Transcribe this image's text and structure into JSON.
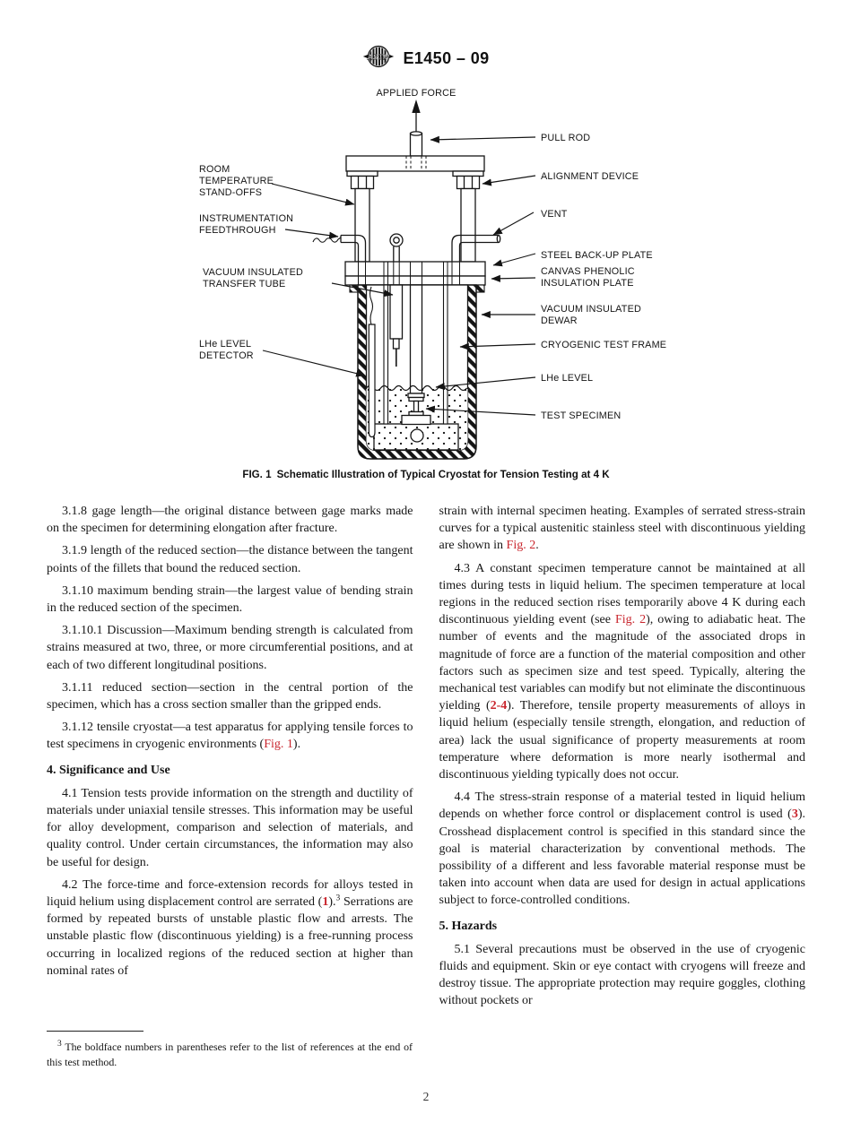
{
  "header": {
    "logo_icon": "astm-logo",
    "standard_code": "E1450 – 09"
  },
  "figure": {
    "caption_number": "FIG. 1",
    "caption_text": "Schematic Illustration of Typical Cryostat for Tension Testing at 4 K",
    "labels": {
      "applied_force": "APPLIED FORCE",
      "pull_rod": "PULL ROD",
      "alignment_device": "ALIGNMENT DEVICE",
      "vent": "VENT",
      "steel_backup_plate": "STEEL BACK-UP PLATE",
      "canvas_phenolic": [
        "CANVAS PHENOLIC",
        "INSULATION PLATE"
      ],
      "vacuum_dewar": [
        "VACUUM INSULATED",
        "DEWAR"
      ],
      "cryogenic_test_frame": "CRYOGENIC TEST FRAME",
      "lhe_level": "LHe LEVEL",
      "test_specimen": "TEST SPECIMEN",
      "room_temperature_standoffs": [
        "ROOM",
        "TEMPERATURE",
        "STAND-OFFS"
      ],
      "instrumentation_feedthrough": [
        "INSTRUMENTATION",
        "FEEDTHROUGH"
      ],
      "vacuum_transfer_tube": [
        "VACUUM INSULATED",
        "TRANSFER TUBE"
      ],
      "lhe_level_detector": [
        "LHe LEVEL",
        "DETECTOR"
      ]
    }
  },
  "body": {
    "left_blocks": [
      {
        "type": "p",
        "segments": [
          {
            "t": "3.1.8 "
          },
          {
            "t": "gage length",
            "s": "i"
          },
          {
            "t": "—the original distance between gage marks made on the specimen for determining elongation after fracture."
          }
        ]
      },
      {
        "type": "p",
        "segments": [
          {
            "t": "3.1.9 "
          },
          {
            "t": "length of the reduced section",
            "s": "i"
          },
          {
            "t": "—the distance between the tangent points of the fillets that bound the reduced section."
          }
        ]
      },
      {
        "type": "p",
        "segments": [
          {
            "t": "3.1.10 "
          },
          {
            "t": "maximum bending strain",
            "s": "i"
          },
          {
            "t": "—the largest value of bending strain in the reduced section of the specimen."
          }
        ]
      },
      {
        "type": "p",
        "segments": [
          {
            "t": "3.1.10.1 "
          },
          {
            "t": "Discussion",
            "s": "i"
          },
          {
            "t": "—Maximum bending strength is calculated from strains measured at two, three, or more circumferential positions, and at each of two different longitudinal positions."
          }
        ]
      },
      {
        "type": "p",
        "segments": [
          {
            "t": "3.1.11 "
          },
          {
            "t": "reduced section",
            "s": "i"
          },
          {
            "t": "—section in the central portion of the specimen, which has a cross section smaller than the gripped ends."
          }
        ]
      },
      {
        "type": "p",
        "segments": [
          {
            "t": "3.1.12 "
          },
          {
            "t": "tensile cryostat",
            "s": "i"
          },
          {
            "t": "—a test apparatus for applying tensile forces to test specimens in cryogenic environments ("
          },
          {
            "t": "Fig. 1",
            "s": "link"
          },
          {
            "t": ")."
          }
        ]
      },
      {
        "type": "h",
        "text": "4.  Significance and Use"
      },
      {
        "type": "p",
        "segments": [
          {
            "t": "4.1 Tension tests provide information on the strength and ductility of materials under uniaxial tensile stresses. This information may be useful for alloy development, comparison and selection of materials, and quality control. Under certain circumstances, the information may also be useful for design."
          }
        ]
      },
      {
        "type": "p",
        "segments": [
          {
            "t": "4.2 The force-time and force-extension records for alloys tested in liquid helium using displacement control are serrated ("
          },
          {
            "t": "1",
            "s": "blink"
          },
          {
            "t": ")."
          },
          {
            "t": "3",
            "s": "sup"
          },
          {
            "t": " Serrations are formed by repeated bursts of unstable plastic flow and arrests. The unstable plastic flow (discontinuous yielding) is a free-running process occurring in localized regions of the reduced section at higher than nominal rates of"
          }
        ]
      }
    ],
    "right_blocks": [
      {
        "type": "p",
        "indent": false,
        "segments": [
          {
            "t": "strain with internal specimen heating. Examples of serrated stress-strain curves for a typical austenitic stainless steel with discontinuous yielding are shown in "
          },
          {
            "t": "Fig. 2",
            "s": "link"
          },
          {
            "t": "."
          }
        ]
      },
      {
        "type": "p",
        "segments": [
          {
            "t": "4.3 A constant specimen temperature cannot be maintained at all times during tests in liquid helium. The specimen temperature at local regions in the reduced section rises temporarily above 4 K during each discontinuous yielding event (see "
          },
          {
            "t": "Fig. 2",
            "s": "link"
          },
          {
            "t": "), owing to adiabatic heat. The number of events and the magnitude of the associated drops in magnitude of force are a function of the material composition and other factors such as specimen size and test speed. Typically, altering the mechanical test variables can modify but not eliminate the discontinuous yielding ("
          },
          {
            "t": "2-4",
            "s": "blink"
          },
          {
            "t": "). Therefore, tensile property measurements of alloys in liquid helium (especially tensile strength, elongation, and reduction of area) lack the usual significance of property measurements at room temperature where deformation is more nearly isothermal and discontinuous yielding typically does not occur."
          }
        ]
      },
      {
        "type": "p",
        "segments": [
          {
            "t": "4.4 The stress-strain response of a material tested in liquid helium depends on whether force control or displacement control is used ("
          },
          {
            "t": "3",
            "s": "blink"
          },
          {
            "t": "). Crosshead displacement control is specified in this standard since the goal is material characterization by conventional methods. The possibility of a different and less favorable material response must be taken into account when data are used for design in actual applications subject to force-controlled conditions."
          }
        ]
      },
      {
        "type": "h",
        "text": "5.  Hazards"
      },
      {
        "type": "p",
        "segments": [
          {
            "t": "5.1 Several precautions must be observed in the use of cryogenic fluids and equipment. Skin or eye contact with cryogens will freeze and destroy tissue. The appropriate protection may require goggles, clothing without pockets or"
          }
        ]
      }
    ],
    "footnote": {
      "marker": "3",
      "text": " The boldface numbers in parentheses refer to the list of references at the end of this test method."
    },
    "page_number": "2"
  }
}
